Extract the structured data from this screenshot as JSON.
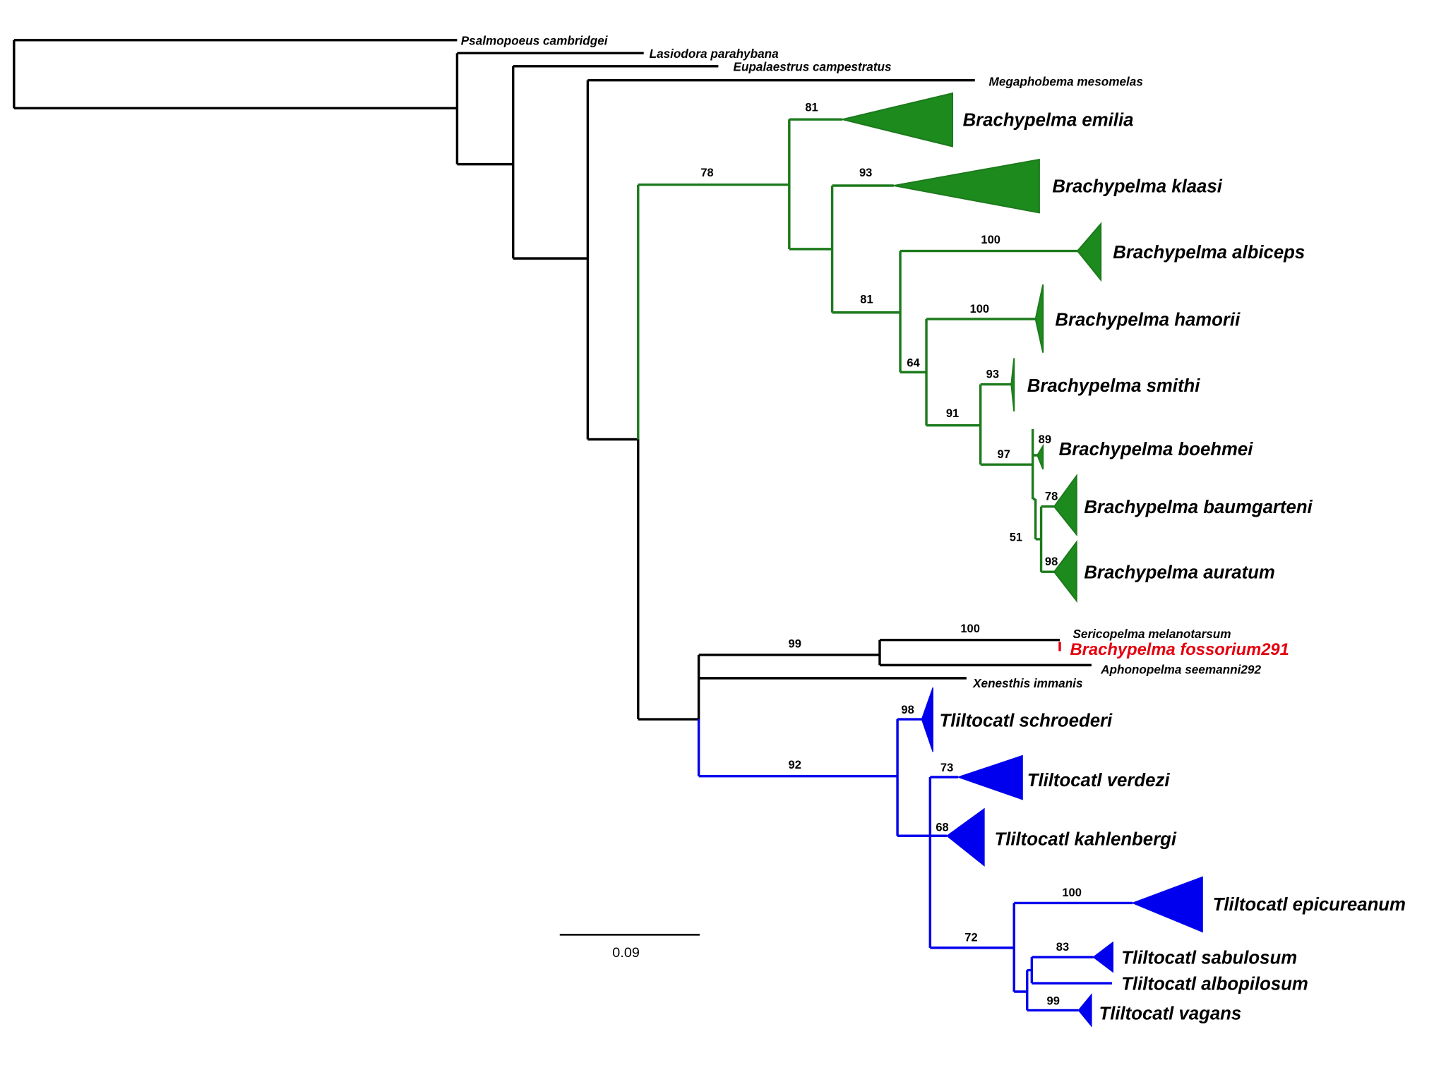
{
  "colors": {
    "brachypelma_clade": "#1c7a1c",
    "tliltocatl_clade": "#0000ee",
    "highlight": "#e4000f",
    "other": "#000000"
  },
  "taxa": {
    "psalmopoeus": "Psalmopoeus cambridgei",
    "lasiodora": "Lasiodora parahybana",
    "eupalaestrus": "Eupalaestrus campestratus",
    "megaphobema": "Megaphobema mesomelas",
    "emilia": "Brachypelma emilia",
    "klaasi": "Brachypelma klaasi",
    "albiceps": "Brachypelma albiceps",
    "hamorii": "Brachypelma hamorii",
    "smithi": "Brachypelma smithi",
    "boehmei": "Brachypelma boehmei",
    "baumgarteni": "Brachypelma baumgarteni",
    "auratum": "Brachypelma auratum",
    "sericopelma": "Sericopelma melanotarsum",
    "fossorium": "Brachypelma fossorium291",
    "aphonopelma": "Aphonopelma seemanni292",
    "xenesthis": "Xenesthis immanis",
    "schroederi": "Tliltocatl schroederi",
    "verdezi": "Tliltocatl verdezi",
    "kahlenbergi": "Tliltocatl kahlenbergi",
    "epicureanum": "Tliltocatl epicureanum",
    "sabulosum": "Tliltocatl sabulosum",
    "albopilosum": "Tliltocatl albopilosum",
    "vagans": "Tliltocatl vagans"
  },
  "bootstrap": {
    "brachypelma": "78",
    "emilia": "81",
    "klaasi": "93",
    "inner1": "81",
    "albiceps": "100",
    "inner2": "64",
    "hamorii": "100",
    "inner3": "91",
    "smithi": "93",
    "inner4": "97",
    "boehmei": "89",
    "inner5": "51",
    "baumgarteni": "78",
    "auratum": "98",
    "seri_aph": "99",
    "seri_foss": "100",
    "tliltocatl": "92",
    "schroederi": "98",
    "verdezi": "73",
    "kahlenbergi": "68",
    "inner6": "72",
    "epicureanum": "100",
    "sabulosum": "83",
    "vagans": "99"
  },
  "scale_bar": {
    "label": "0.09"
  }
}
